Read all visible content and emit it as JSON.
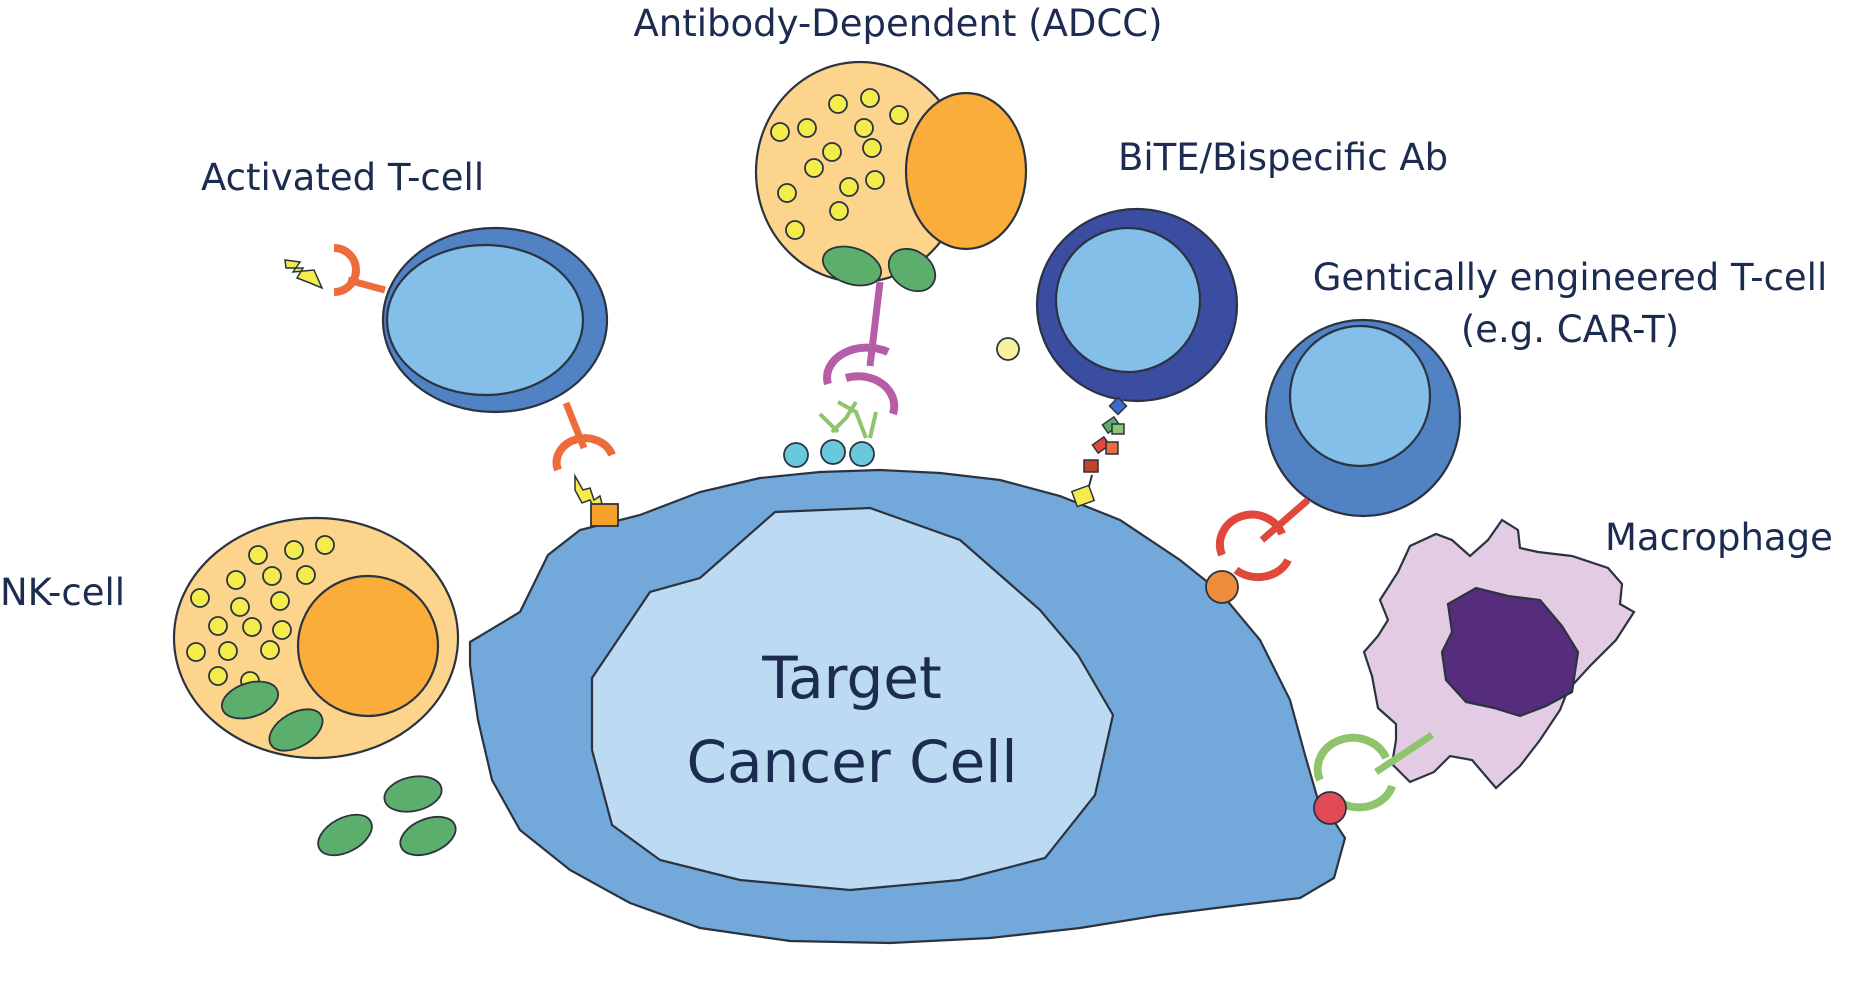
{
  "labels": {
    "adcc": "Antibody-Dependent (ADCC)",
    "activated_tcell": "Activated T-cell",
    "bite": "BiTE/Bispecific Ab",
    "gen_tcell_line1": "Gentically engineered T-cell",
    "gen_tcell_line2": "(e.g. CAR-T)",
    "nk_cell": "NK-cell",
    "macrophage": "Macrophage",
    "target_line1": "Target",
    "target_line2": "Cancer Cell"
  },
  "colors": {
    "target_outer": "#72a8da",
    "target_inner": "#bcdaf2",
    "tcell_body": "#5082c4",
    "tcell_nucleus": "#84bfe9",
    "bite_body": "#3a4da0",
    "granulocyte_body": "#fdd48c",
    "granulocyte_nucleus": "#fbad3c",
    "granule": "#f3ec4c",
    "green_granule": "#5bae6c",
    "macrophage_body": "#e3cbe3",
    "macrophage_nucleus": "#562d7c",
    "receptor_orange": "#ee6b3c",
    "receptor_red": "#e0483c",
    "receptor_green": "#8ec46c",
    "receptor_magenta": "#b75ca6"
  }
}
